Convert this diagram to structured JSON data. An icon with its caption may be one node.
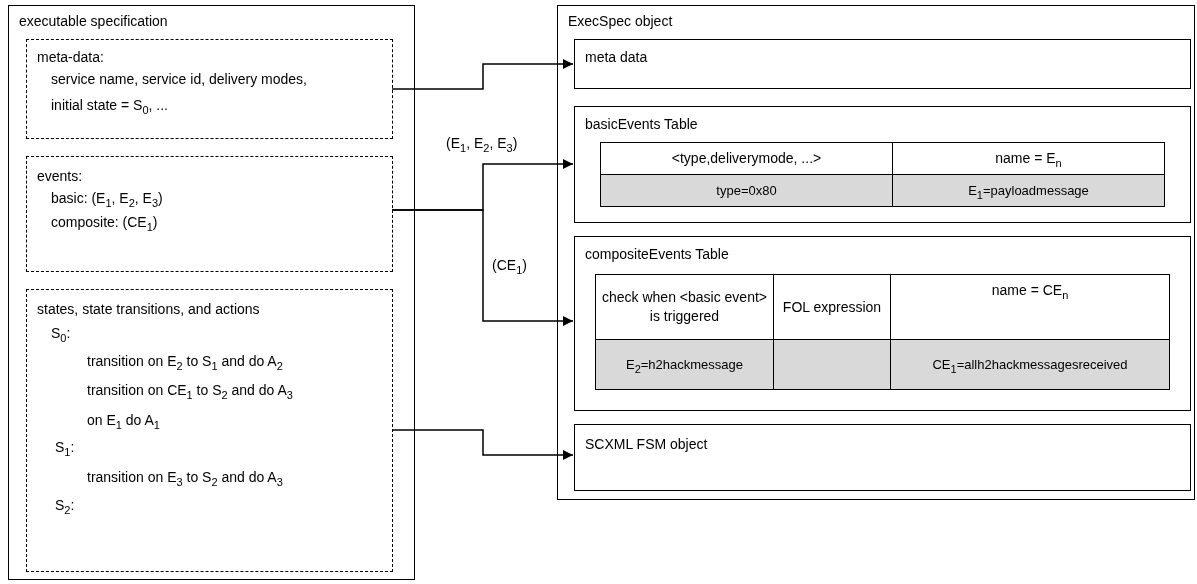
{
  "diagram": {
    "nodes": [
      {
        "text": [
          "executable specification"
        ]
      },
      {
        "text": [
          "meta-data:",
          "service name, service id, delivery modes, initial state = S$_{0}$, ..."
        ],
        "in": 0
      },
      {
        "text": [
          "events:",
          "basic: (E$_{1}$, E$_{2}$, E$_{3}$)",
          "composite: (CE$_{1}$)"
        ],
        "in": 0
      },
      {
        "text": [
          "states, state transitions, and actions",
          "S$_{0}$:",
          "transition on E$_{2}$ to S$_{1}$ and do A$_{2}$",
          "transition on CE$_{1}$ to S$_{2}$ and do A$_{3}$",
          "on E$_{1}$ do A$_{1}$",
          "S$_{1}$:",
          "transition on E$_{3}$ to S$_{2}$ and do A$_{3}$",
          "S$_{2}$:"
        ],
        "in": 0
      },
      {
        "text": [
          "ExecSpec object"
        ]
      },
      {
        "text": [
          "meta data"
        ],
        "in": 4
      },
      {
        "text": [
          "basicEvents Table"
        ],
        "in": 4
      },
      {
        "text": [
          "<type,deliverymode, ...>"
        ],
        "in": 6
      },
      {
        "text": [
          "name = E$_{n}$"
        ],
        "in": 6
      },
      {
        "text": [
          "type=0x80"
        ],
        "in": 6
      },
      {
        "text": [
          "E$_{1}$=payloadmessage"
        ],
        "in": 6
      },
      {
        "text": [
          "compositeEvents Table"
        ],
        "in": 4
      },
      {
        "text": [
          "check when <basic event> is triggered"
        ],
        "in": 11
      },
      {
        "text": [
          "FOL expression"
        ],
        "in": 11
      },
      {
        "text": [
          "name = CE$_{n}$"
        ],
        "in": 11
      },
      {
        "text": [
          "E$_{2}$=h2hackmessage"
        ],
        "in": 11
      },
      {
        "text": [],
        "shape": "box",
        "in": 11
      },
      {
        "text": [
          "CE$_{1}$=allh2hackmessagesreceived"
        ],
        "in": 11
      },
      {
        "text": [
          "SCXML FSM object"
        ],
        "in": 4
      }
    ],
    "edges": [
      {
        "from": 1,
        "to": 5,
        "arrow": "to"
      },
      {
        "from": 2,
        "to": 6,
        "arrow": "to",
        "label": "(E$_{1}$, E$_{2}$, E$_{3}$)"
      },
      {
        "from": 2,
        "to": 11,
        "arrow": "to",
        "label": "(CE$_{1}$)"
      },
      {
        "from": 3,
        "to": 18,
        "arrow": "to"
      }
    ]
  }
}
